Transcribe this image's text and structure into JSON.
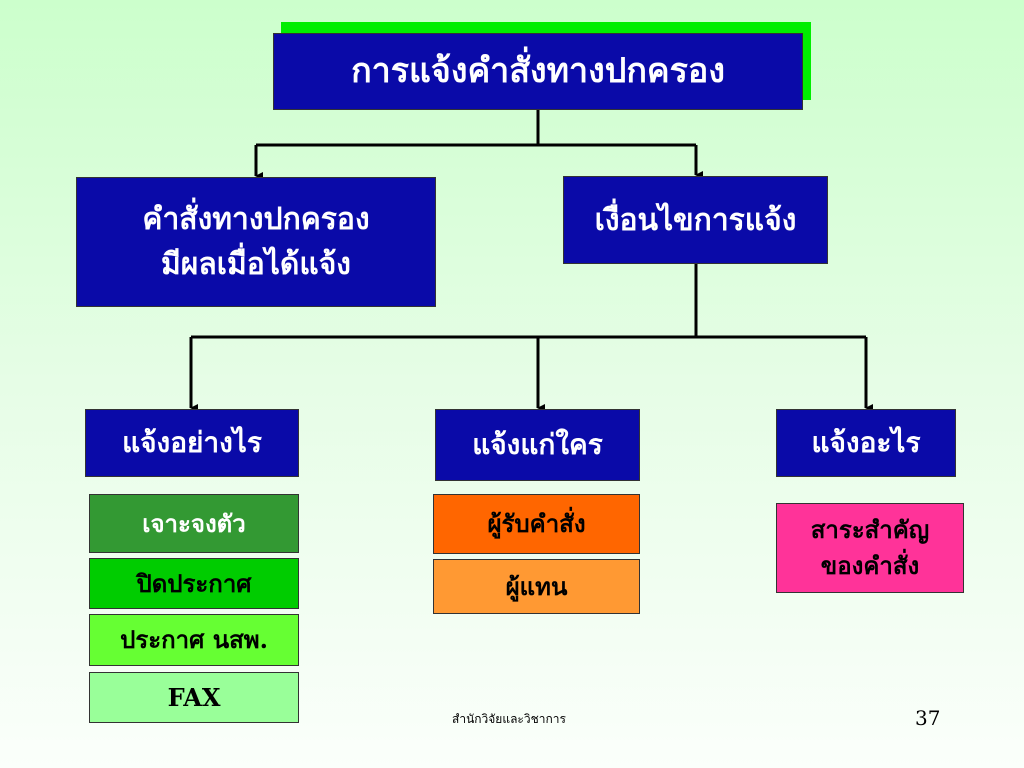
{
  "title": "การแจ้งคำสั่งทางปกครอง",
  "level1": {
    "left": [
      "คำสั่งทางปกครอง",
      "มีผลเมื่อได้แจ้ง"
    ],
    "right": "เงื่อนไขการแจ้ง"
  },
  "level2": {
    "how": "แจ้งอย่างไร",
    "whom": "แจ้งแก่ใคร",
    "what": "แจ้งอะไร"
  },
  "how_items": [
    "เจาะจงตัว",
    "ปิดประกาศ",
    "ประกาศ นสพ.",
    "FAX"
  ],
  "whom_items": [
    "ผู้รับคำสั่ง",
    "ผู้แทน"
  ],
  "what_items": [
    "สาระสำคัญ",
    "ของคำสั่ง"
  ],
  "footer": "สำนักวิจัยและวิชาการ",
  "page_number": "37",
  "colors": {
    "blue": "#0a0aa8",
    "green_dark": "#339933",
    "green": "#00cc00",
    "green_light": "#66ff33",
    "green_pale": "#99ff99",
    "orange": "#ff6600",
    "orange_light": "#ff9933",
    "pink": "#ff3399"
  }
}
